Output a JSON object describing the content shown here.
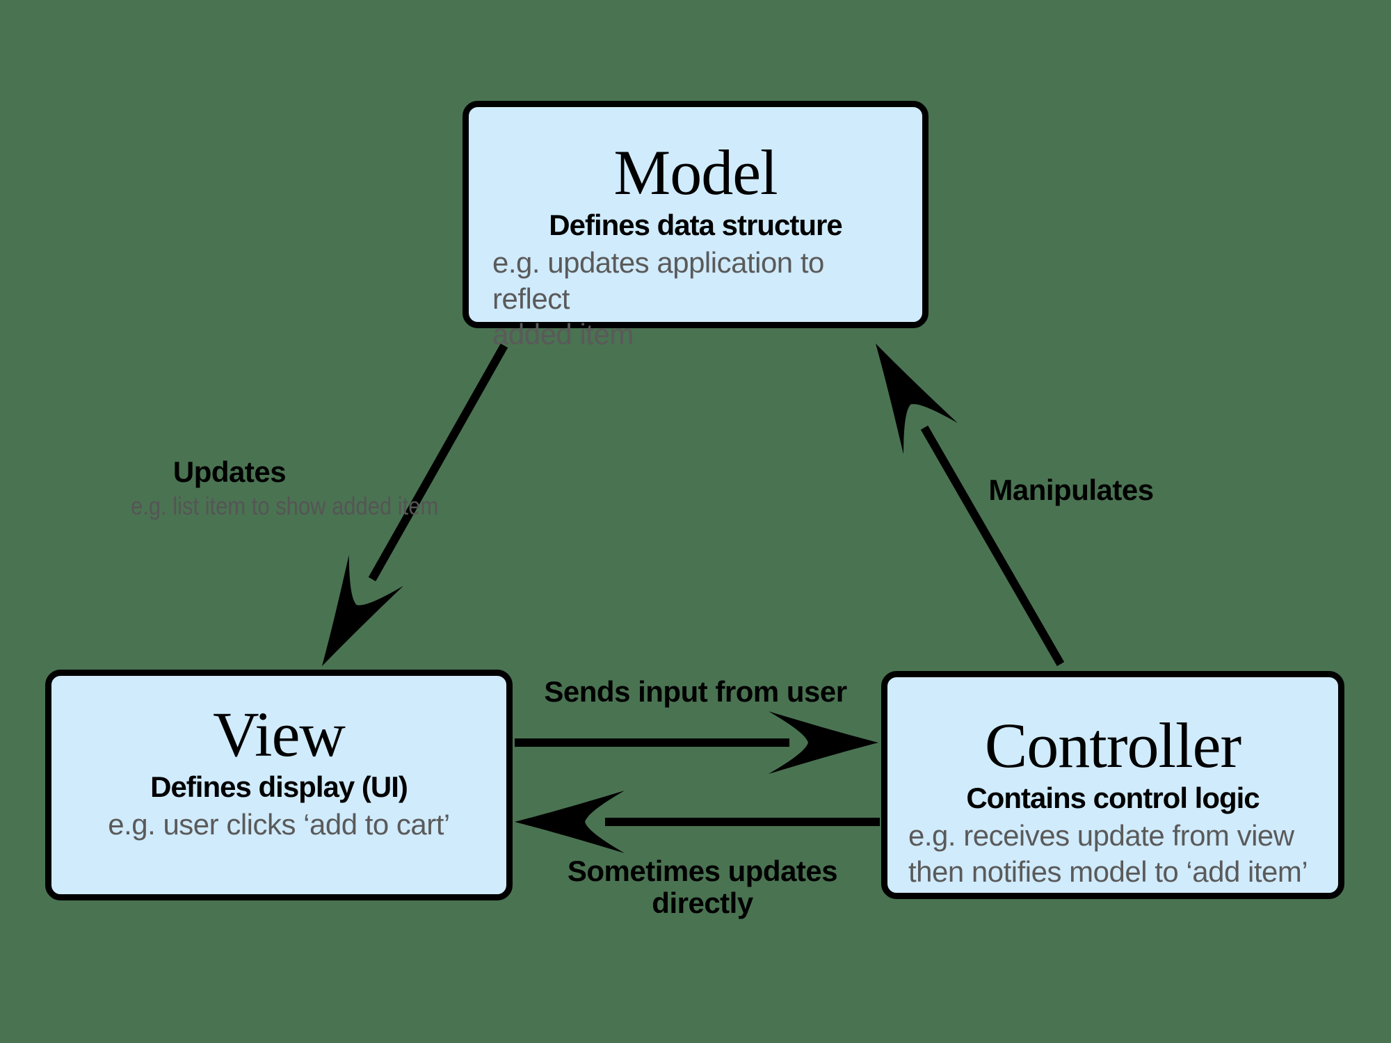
{
  "diagram": {
    "name": "MVC pattern diagram",
    "background_color": "#4a7352",
    "box_fill_color": "#d0ebfc",
    "box_border_color": "#000000",
    "muted_text_color": "#5a5a5a",
    "arrow_color": "#000000"
  },
  "boxes": {
    "model": {
      "title": "Model",
      "subtitle": "Defines data structure",
      "example_lines": [
        "e.g. updates application to reflect",
        "added item"
      ]
    },
    "view": {
      "title": "View",
      "subtitle": "Defines display (UI)",
      "example_lines": [
        "e.g. user clicks ‘add to cart’"
      ]
    },
    "controller": {
      "title": "Controller",
      "subtitle": "Contains control logic",
      "example_lines": [
        "e.g. receives update from view",
        "then notifies model to ‘add item’"
      ]
    }
  },
  "arrows": {
    "model_to_view": {
      "label": "Updates",
      "sublabel": "e.g. list item to show added item"
    },
    "controller_to_model": {
      "label": "Manipulates"
    },
    "view_to_controller": {
      "label": "Sends input from user"
    },
    "controller_to_view": {
      "label": "Sometimes updates directly"
    }
  }
}
